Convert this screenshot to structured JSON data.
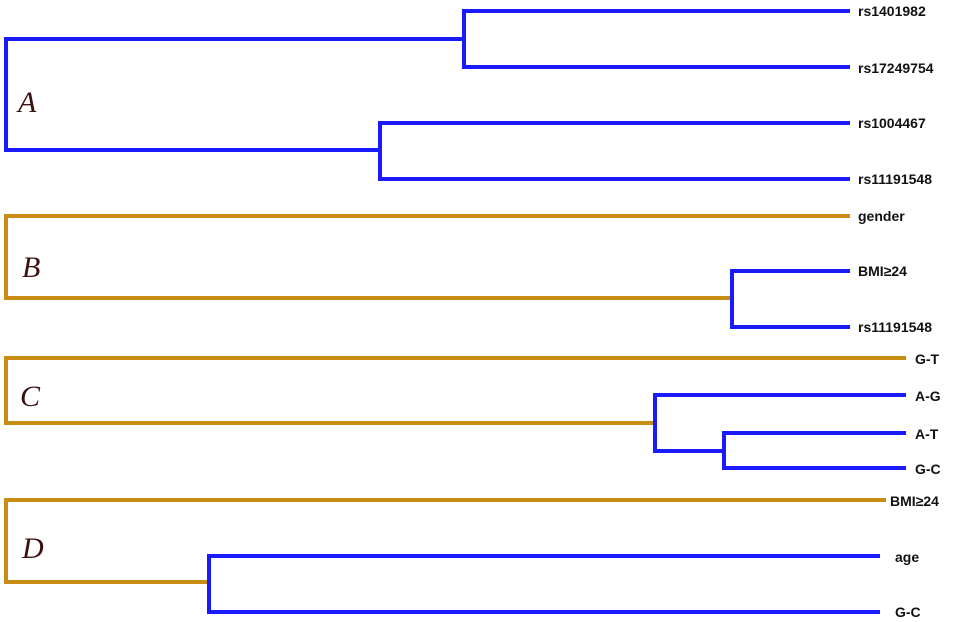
{
  "colors": {
    "blue": "#1a1aff",
    "gold": "#c98c14"
  },
  "panels": [
    {
      "label": "A",
      "leaves": [
        "rs1401982",
        "rs17249754",
        "rs1004467",
        "rs11191548"
      ]
    },
    {
      "label": "B",
      "leaves": [
        "gender",
        "BMI≥24",
        "rs11191548"
      ]
    },
    {
      "label": "C",
      "leaves": [
        "G-T",
        "A-G",
        "A-T",
        "G-C"
      ]
    },
    {
      "label": "D",
      "leaves": [
        "BMI≥24",
        "age",
        "G-C"
      ]
    }
  ]
}
